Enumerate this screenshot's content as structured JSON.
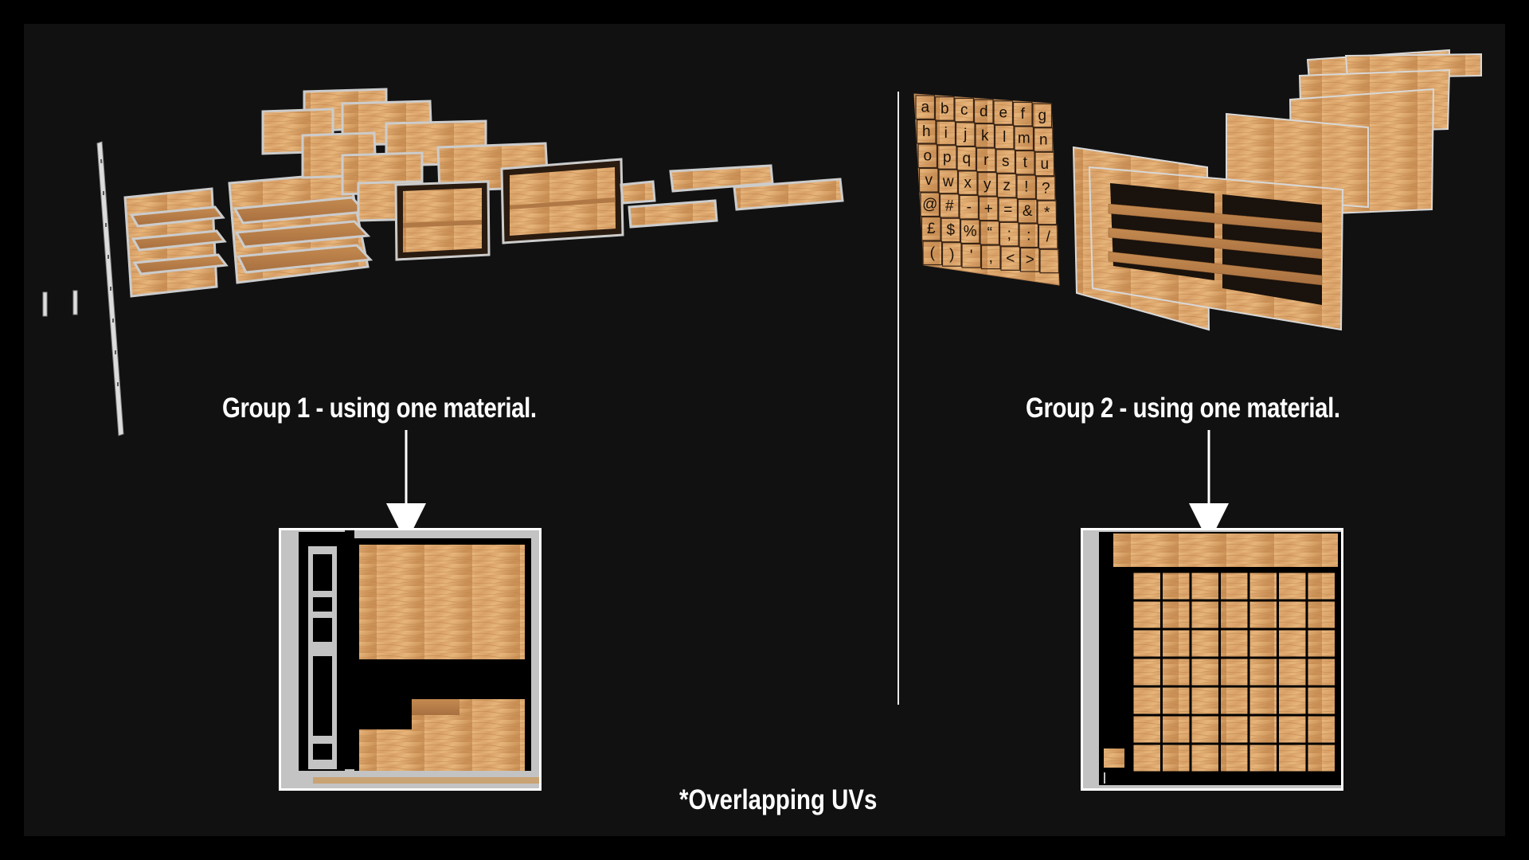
{
  "labels": {
    "group1": "Group 1 - using one material.",
    "group2": "Group 2 - using one material.",
    "footnote": "*Overlapping UVs"
  },
  "letter_tiles": [
    [
      "a",
      "b",
      "c",
      "d",
      "e",
      "f",
      "g"
    ],
    [
      "h",
      "i",
      "j",
      "k",
      "l",
      "m",
      "n"
    ],
    [
      "o",
      "p",
      "q",
      "r",
      "s",
      "t",
      "u"
    ],
    [
      "v",
      "w",
      "x",
      "y",
      "z",
      "!",
      "?"
    ],
    [
      "@",
      "#",
      "-",
      "+",
      "=",
      "&",
      "*"
    ],
    [
      "£",
      "$",
      "%",
      "“",
      ";",
      ":",
      "/"
    ],
    [
      "(",
      ")",
      "'",
      ",",
      "<",
      ">",
      ""
    ]
  ],
  "colors": {
    "background": "#111111",
    "wood": "#d9a46a",
    "wood_dark": "#b8834a",
    "metal": "#c8c8c8",
    "uv_border": "#ffffff"
  },
  "icons": {
    "arrow": "arrow-down-icon"
  }
}
